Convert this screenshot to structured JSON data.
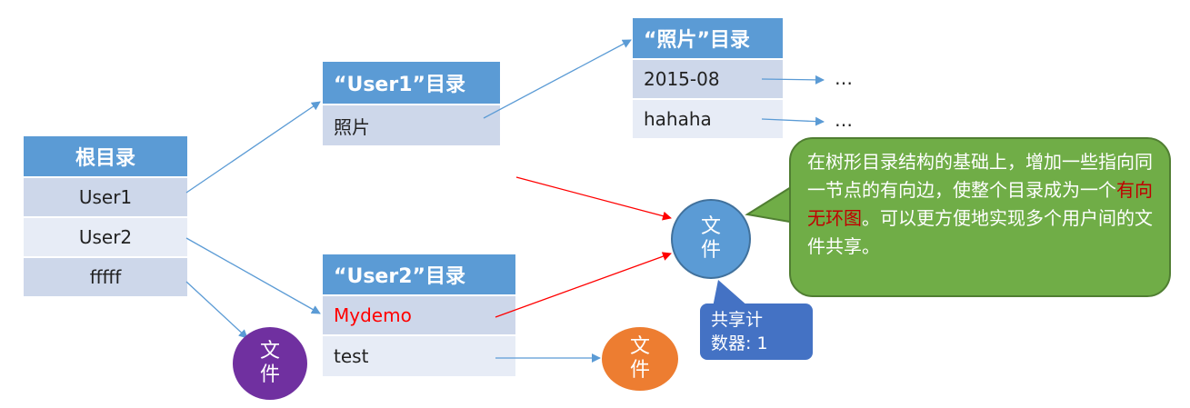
{
  "root_dir": {
    "header": "根目录",
    "items": [
      "User1",
      "User2",
      "fffff"
    ]
  },
  "user1_dir": {
    "header": "“User1”目录",
    "items": [
      "照片"
    ]
  },
  "photo_dir": {
    "header": "“照片”目录",
    "items": [
      "2015-08",
      "hahaha"
    ]
  },
  "user2_dir": {
    "header": "“User2”目录",
    "items": [
      "Mydemo",
      "test"
    ]
  },
  "ellipsis": "…",
  "file_label": "文件",
  "callout": {
    "text_before": "在树形目录结构的基础上，增加一些指向同一节点的有向边，使整个目录成为一个",
    "highlight": "有向无环图",
    "text_after": "。可以更方便地实现多个用户间的文件共享。"
  },
  "share_counter": {
    "line1": "共享计",
    "line2": "数器: 1"
  },
  "colors": {
    "header_blue": "#5b9bd5",
    "row_dark": "#cdd7ea",
    "row_light": "#e7ecf6",
    "purple_file": "#7030a0",
    "blue_file": "#5b9bd5",
    "orange_file": "#ed7d31",
    "callout_green": "#70ad47",
    "counter_blue": "#4472c4",
    "highlight_red": "#ff0000"
  }
}
